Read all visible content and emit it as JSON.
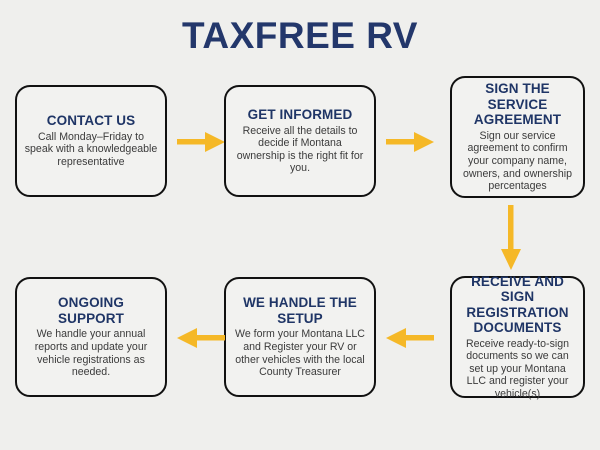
{
  "page": {
    "title": "TAXFREE RV",
    "background_color": "#efefed",
    "title_color": "#23376b",
    "heading_color": "#1f3566",
    "body_text_color": "#3b3b3b",
    "box_border_color": "#111111",
    "arrow_color": "#f5b827"
  },
  "flow": {
    "steps": [
      {
        "id": "contact-us",
        "heading": "CONTACT US",
        "body": "Call Monday–Friday to speak with a knowledgeable representative"
      },
      {
        "id": "get-informed",
        "heading": "GET INFORMED",
        "body": "Receive all the details to decide if Montana ownership is the right fit for you."
      },
      {
        "id": "sign-agreement",
        "heading": "SIGN THE SERVICE AGREEMENT",
        "body": "Sign our service agreement to confirm your company name, owners, and ownership percentages"
      },
      {
        "id": "receive-sign-docs",
        "heading": "RECEIVE AND SIGN REGISTRATION DOCUMENTS",
        "body": "Receive ready-to-sign documents so we can set up your Montana LLC and register your vehicle(s)"
      },
      {
        "id": "we-handle-setup",
        "heading": "WE HANDLE THE SETUP",
        "body": "We form your Montana LLC and Register your RV or other vehicles with the local County Treasurer"
      },
      {
        "id": "ongoing-support",
        "heading": "ONGOING SUPPORT",
        "body": "We handle your annual reports and update your vehicle registrations as needed."
      }
    ],
    "connectors": [
      {
        "id": "arrow-contact-to-informed",
        "direction": "right"
      },
      {
        "id": "arrow-informed-to-agreement",
        "direction": "right"
      },
      {
        "id": "arrow-agreement-to-documents",
        "direction": "down"
      },
      {
        "id": "arrow-documents-to-setup",
        "direction": "left"
      },
      {
        "id": "arrow-setup-to-support",
        "direction": "left"
      }
    ]
  }
}
